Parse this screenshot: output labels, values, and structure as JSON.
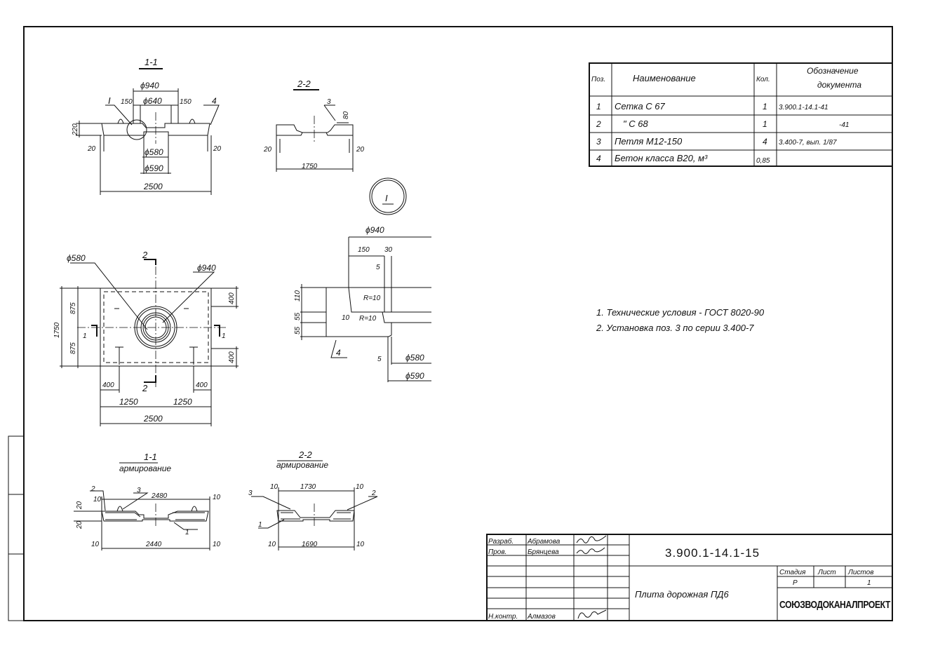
{
  "spec_table": {
    "headers": {
      "pos": "Поз.",
      "name": "Наименование",
      "qty": "Кол.",
      "doc_line1": "Обозначение",
      "doc_line2": "документа"
    },
    "rows": [
      {
        "pos": "1",
        "name": "Сетка  С 67",
        "qty": "1",
        "doc": "3.900.1-14.1-41"
      },
      {
        "pos": "2",
        "name": "\"      С 68",
        "qty": "1",
        "doc": "-41"
      },
      {
        "pos": "3",
        "name": "Петля М12-150",
        "qty": "4",
        "doc": "3.400-7, вып. 1/87"
      },
      {
        "pos": "4",
        "name": "Бетон класса В20, м³",
        "qty": "0,85",
        "doc": ""
      }
    ]
  },
  "notes": [
    "1.  Технические  условия - ГОСТ 8020-90",
    "2.  Установка поз. 3 по серии 3.400-7"
  ],
  "title_block": {
    "roles": [
      "Разраб.",
      "Пров.",
      "Н.контр."
    ],
    "names": [
      "Абрамова",
      "Брянцева",
      "Алмазов"
    ],
    "signatures": [
      "Абрамова",
      "Брянцева",
      "Алм"
    ],
    "code": "3.900.1-14.1-15",
    "name": "Плита дорожная ПД6",
    "stage_label": "Стадия",
    "sheet_label": "Лист",
    "sheets_label": "Листов",
    "stage": "Р",
    "sheet": "",
    "sheets": "1",
    "organization": "СОЮЗВОДОКАНАЛПРОЕКТ"
  },
  "section_1_1": {
    "title": "1-1",
    "labels": [
      "ϕ940",
      "I",
      "150",
      "ϕ640",
      "150",
      "4",
      "220",
      "20",
      "20",
      "ϕ580",
      "ϕ590",
      "2500"
    ]
  },
  "section_2_2": {
    "title": "2-2",
    "labels": [
      "3",
      "80",
      "20",
      "20",
      "1750"
    ]
  },
  "node_marker": "I",
  "detail_I": {
    "labels": [
      "ϕ940",
      "150",
      "30",
      "5",
      "110",
      "55",
      "55",
      "R=10",
      "10",
      "R=10",
      "4",
      "5",
      "ϕ580",
      "ϕ590"
    ]
  },
  "plan": {
    "labels": [
      "ϕ580",
      "ϕ940",
      "2",
      "2",
      "1750",
      "875",
      "875",
      "1",
      "1",
      "400",
      "400",
      "400",
      "400",
      "1250",
      "1250",
      "2500"
    ]
  },
  "reinf_1_1": {
    "title": "1-1",
    "subtitle": "армирование",
    "labels": [
      "2",
      "3",
      "2480",
      "10",
      "10",
      "20",
      "20",
      "1",
      "10",
      "2440",
      "10"
    ]
  },
  "reinf_2_2": {
    "title": "2-2",
    "subtitle": "армирование",
    "labels": [
      "10",
      "1730",
      "10",
      "3",
      "2",
      "1",
      "10",
      "1690",
      "10"
    ]
  }
}
